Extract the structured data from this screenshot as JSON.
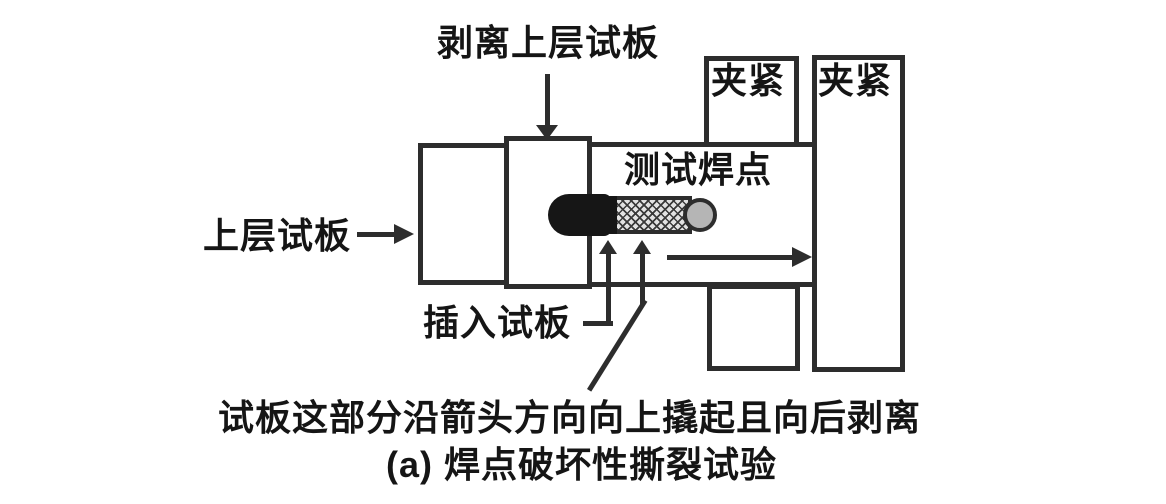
{
  "figure": {
    "caption": "(a) 焊点破坏性撕裂试验",
    "tear_note": "试板这部分沿箭头方向向上撬起且向后剥离",
    "labels": {
      "peel_upper_plate": "剥离上层试板",
      "clamp_left": "夹紧",
      "clamp_right": "夹紧",
      "test_weld_spot": "测试焊点",
      "upper_plate": "上层试板",
      "insert_plate": "插入试板"
    },
    "colors": {
      "line": "#2d2d2d",
      "text": "#151515",
      "nugget": "#161616",
      "hatch_bg": "#e2e2e2",
      "hatch_line": "#3a3a3a",
      "circle_fill": "#b5b5b5",
      "bg": "#ffffff"
    }
  }
}
